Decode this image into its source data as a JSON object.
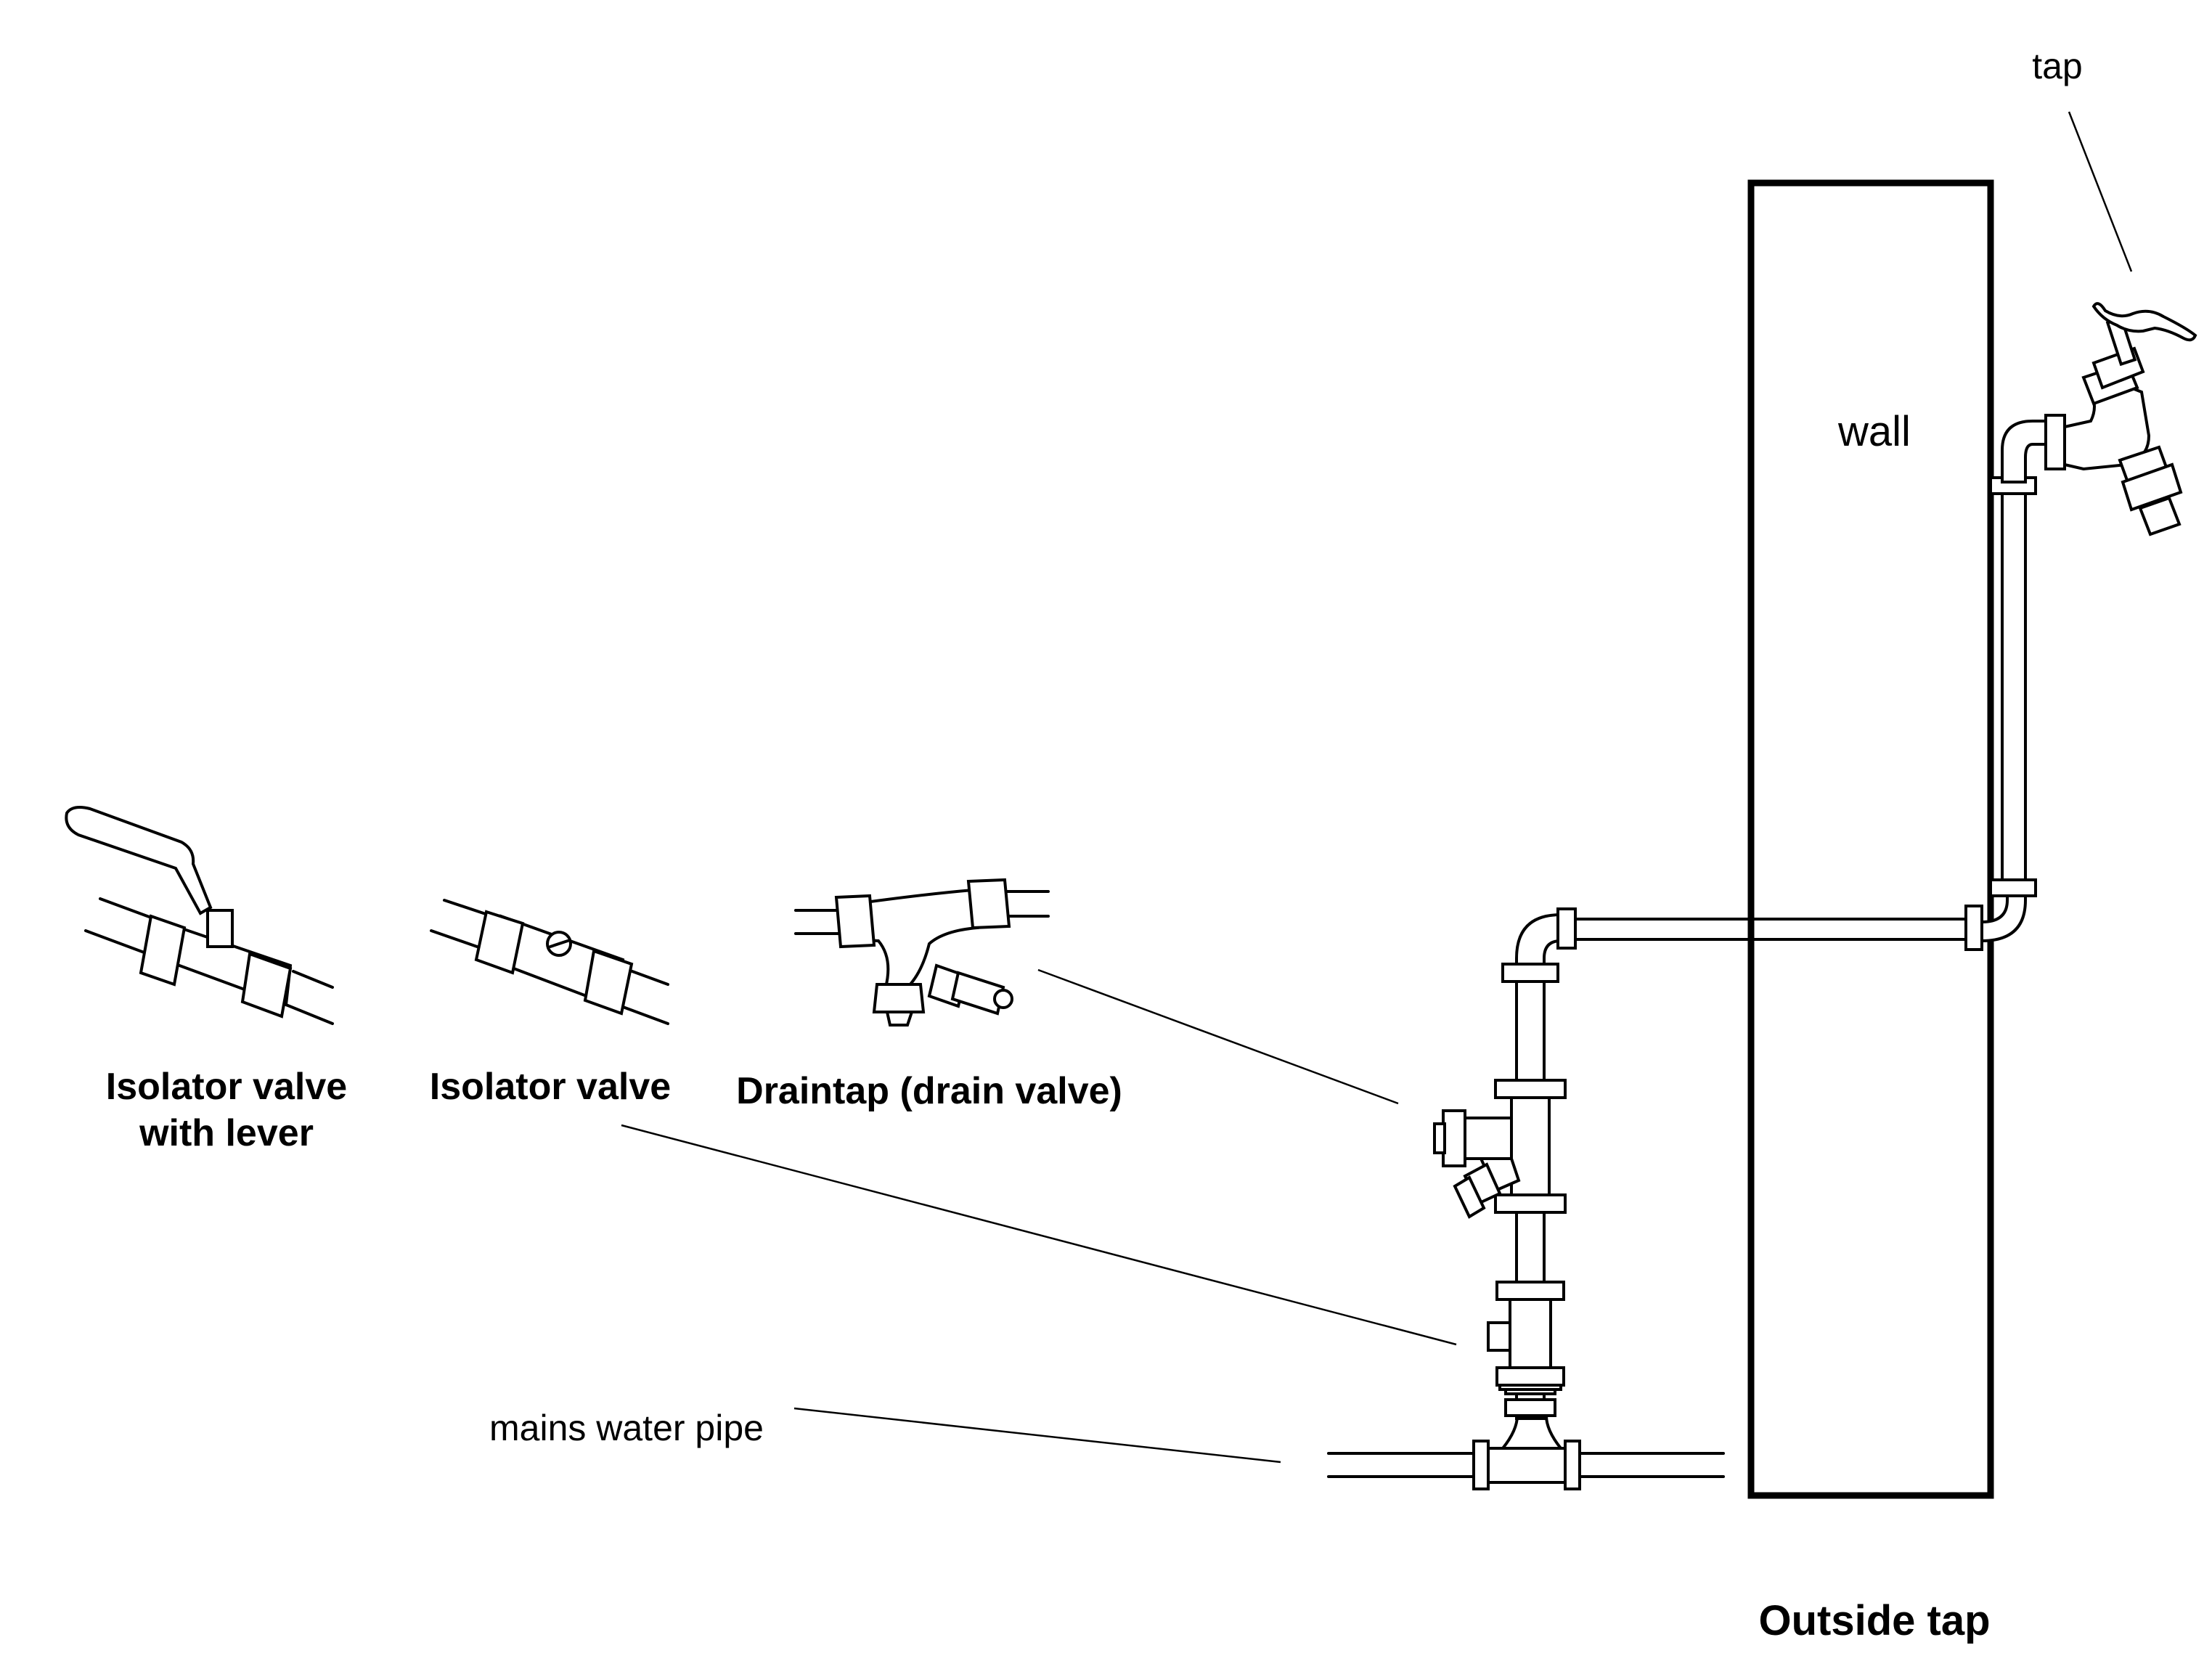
{
  "labels": {
    "isolator_lever_line1": "Isolator valve",
    "isolator_lever_line2": "with lever",
    "isolator_valve": "Isolator valve",
    "draintap": "Draintap (drain valve)",
    "mains_pipe": "mains water pipe",
    "wall": "wall",
    "tap": "tap",
    "caption": "Outside tap"
  },
  "colors": {
    "line": "#000000",
    "background": "#ffffff"
  },
  "icons": [
    "lever-isolator-valve-icon",
    "isolator-valve-icon",
    "draintap-icon",
    "outside-tap-icon"
  ]
}
